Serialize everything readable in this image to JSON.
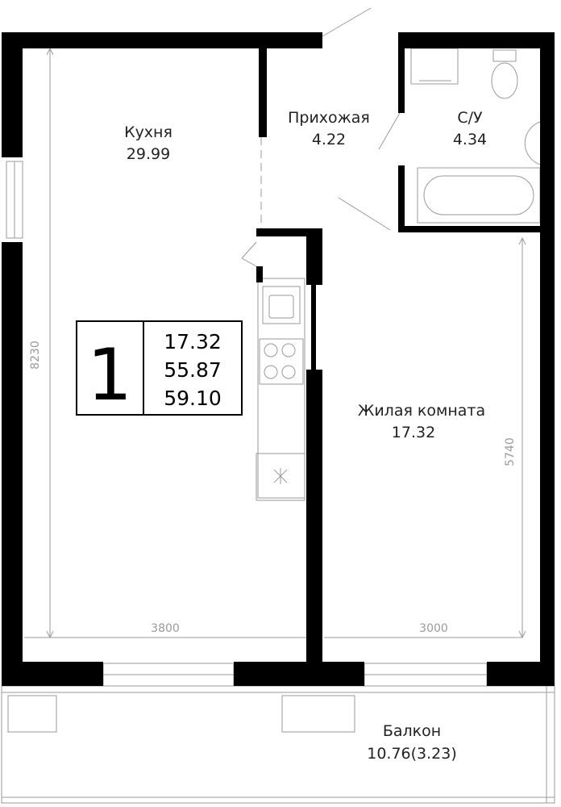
{
  "colors": {
    "wall": "#000000",
    "line": "#9a9a9a",
    "text": "#222222",
    "background": "#ffffff"
  },
  "rooms": {
    "kitchen": {
      "name": "Кухня",
      "area": "29.99"
    },
    "hallway": {
      "name": "Прихожая",
      "area": "4.22"
    },
    "bathroom": {
      "name": "С/У",
      "area": "4.34"
    },
    "living": {
      "name": "Жилая комната",
      "area": "17.32"
    },
    "balcony": {
      "name": "Балкон",
      "area": "10.76(3.23)"
    }
  },
  "dimensions": {
    "kitchen_height": "8230",
    "kitchen_width": "3800",
    "living_width": "3000",
    "living_height": "5740"
  },
  "badge": {
    "rooms_count": "1",
    "living_area": "17.32",
    "total_area": "55.87",
    "full_area": "59.10"
  }
}
